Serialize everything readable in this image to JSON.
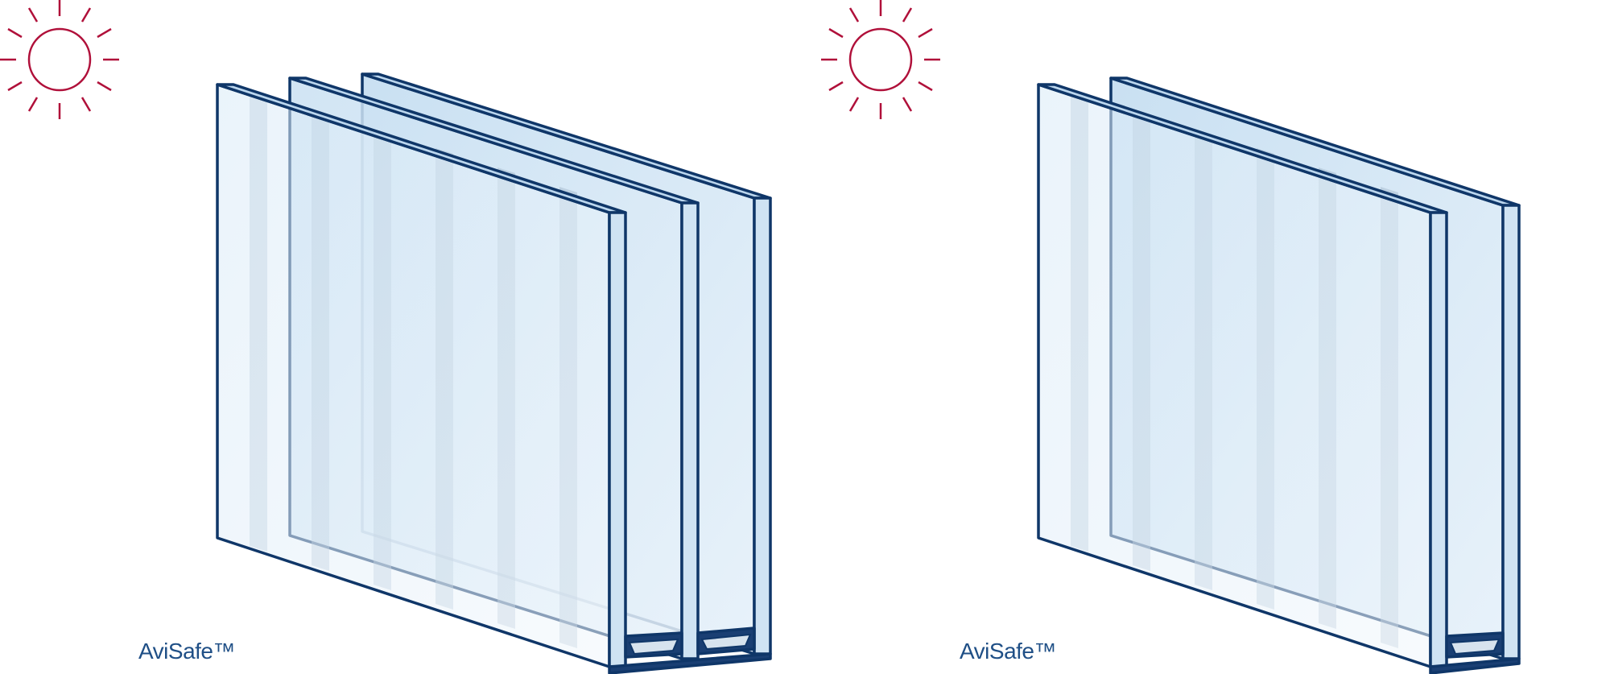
{
  "diagrams": [
    {
      "caption": "AviSafe™",
      "panes": 3,
      "sun_color": "#b0103a"
    },
    {
      "caption": "AviSafe™",
      "panes": 2,
      "sun_color": "#b0103a"
    }
  ],
  "colors": {
    "frame": "#0f3668",
    "glass_light": "#e9f3fb",
    "glass_mid": "#cfe3f3",
    "stripe": "#b9cbdb",
    "spacer": "#1a3f73"
  }
}
